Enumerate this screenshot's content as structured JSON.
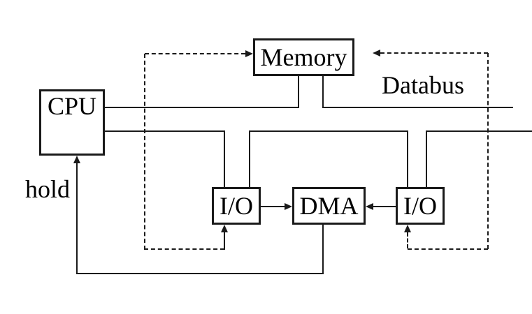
{
  "diagram": {
    "background": "#ffffff",
    "line_color": "#1a1a1a",
    "text_color": "#000000",
    "nodes": {
      "cpu": {
        "label": "CPU"
      },
      "memory": {
        "label": "Memory"
      },
      "io_left": {
        "label": "I/O"
      },
      "dma": {
        "label": "DMA"
      },
      "io_right": {
        "label": "I/O"
      }
    },
    "annotations": {
      "databus": "Databus",
      "hold": "hold"
    },
    "connections": [
      {
        "from": "cpu",
        "to": "databus-upper-line",
        "style": "solid"
      },
      {
        "from": "cpu",
        "to": "databus-lower-line",
        "style": "solid"
      },
      {
        "from": "memory",
        "to": "databus-upper-line",
        "style": "solid",
        "note": "two vertical stubs"
      },
      {
        "from": "databus-lower-line",
        "to": "io_left",
        "style": "solid",
        "note": "two vertical stubs"
      },
      {
        "from": "databus-lower-line",
        "to": "io_right",
        "style": "solid",
        "note": "two vertical stubs"
      },
      {
        "from": "io_left",
        "to": "dma",
        "style": "solid-arrow"
      },
      {
        "from": "io_right",
        "to": "dma",
        "style": "solid-arrow"
      },
      {
        "from": "dma",
        "to": "cpu",
        "style": "solid-arrow",
        "label": "hold"
      },
      {
        "from": "dashed-control-loop-left",
        "to": "memory",
        "style": "dashed-arrow"
      },
      {
        "from": "dashed-control-loop-left",
        "to": "io_left",
        "style": "solid-arrow"
      },
      {
        "from": "dashed-control-loop-right",
        "to": "memory",
        "style": "dashed-arrow"
      },
      {
        "from": "dashed-control-loop-right",
        "to": "io_right",
        "style": "dashed-arrow"
      }
    ]
  }
}
